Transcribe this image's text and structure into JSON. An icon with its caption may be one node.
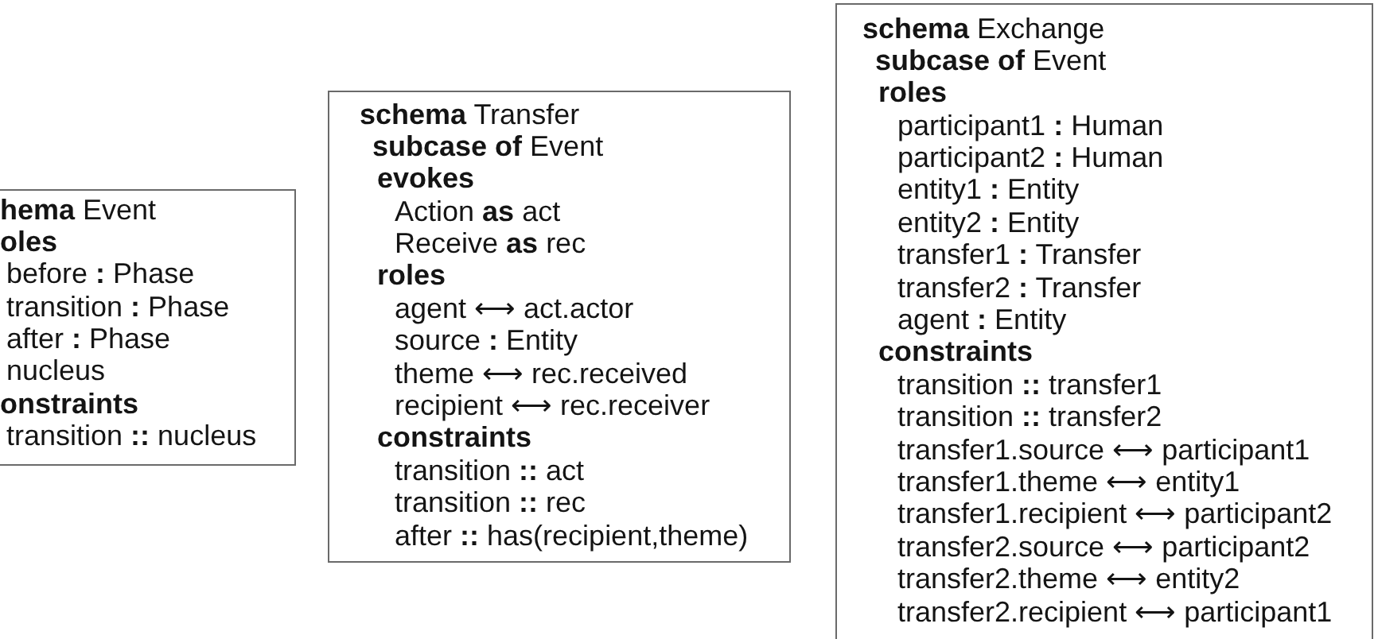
{
  "diagram": {
    "nodes": [
      {
        "text": [
          "**hema** Event",
          "oles",
          "before **:** Phase",
          "transition **:** Phase",
          "after **:** Phase",
          "nucleus",
          "onstraints",
          "transition **::** nucleus"
        ]
      },
      {
        "text": [
          "**schema** Transfer",
          "**subcase of** Event",
          "evokes",
          "Action **as** act",
          "Receive **as** rec",
          "roles",
          "agent ⟷ act.actor",
          "source **:** Entity",
          "theme ⟷ rec.received",
          "recipient ⟷ rec.receiver",
          "constraints",
          "transition **::** act",
          "transition **::** rec",
          "after **::** has(recipient,theme)"
        ]
      },
      {
        "text": [
          "**schema** Exchange",
          "**subcase of** Event",
          "roles",
          "participant1 **:** Human",
          "participant2 **:** Human",
          "entity1 **:** Entity",
          "entity2 **:** Entity",
          "transfer1 **:** Transfer",
          "transfer2 **:** Transfer",
          "agent **:** Entity",
          "constraints",
          "transition **::** transfer1",
          "transition **::** transfer2",
          "transfer1.source ⟷ participant1",
          "transfer1.theme ⟷ entity1",
          "transfer1.recipient ⟷ participant2",
          "transfer2.source ⟷ participant2",
          "transfer2.theme ⟷ entity2",
          "transfer2.recipient ⟷ participant1"
        ]
      }
    ]
  }
}
